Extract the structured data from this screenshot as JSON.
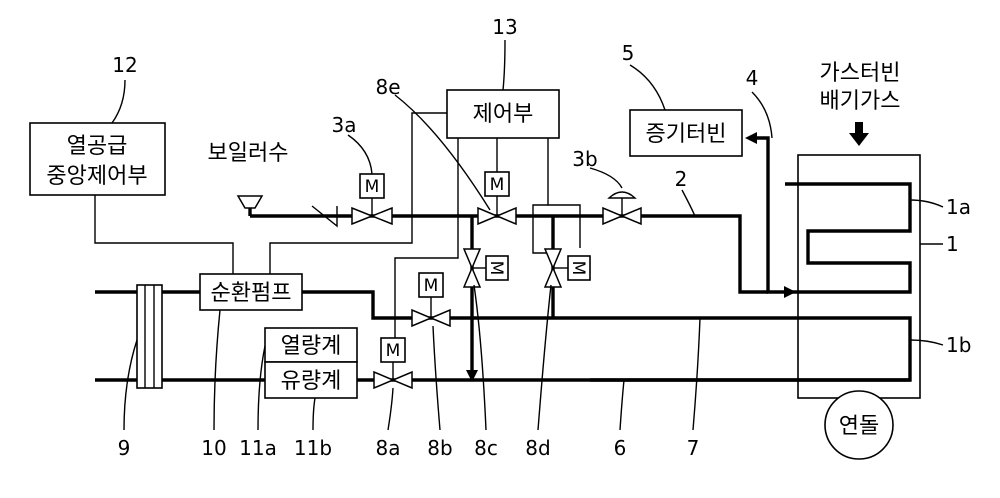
{
  "labels": {
    "central_control": [
      "열공급",
      "중앙제어부"
    ],
    "controller": "제어부",
    "steam_turbine": "증기터빈",
    "gas_turbine_exhaust": [
      "가스터빈",
      "배기가스"
    ],
    "boiler_water": "보일러수",
    "circulation_pump": "순환펌프",
    "calorimeter": "열량계",
    "flowmeter": "유량계",
    "stack": "연돌",
    "motor": "M"
  },
  "refs": {
    "r12": "12",
    "r13": "13",
    "r5": "5",
    "r4": "4",
    "r8e": "8e",
    "r3a": "3a",
    "r3b": "3b",
    "r2": "2",
    "r1a": "1a",
    "r1": "1",
    "r1b": "1b",
    "r9": "9",
    "r10": "10",
    "r11a": "11a",
    "r11b": "11b",
    "r8a": "8a",
    "r8b": "8b",
    "r8c": "8c",
    "r8d": "8d",
    "r6": "6",
    "r7": "7"
  }
}
